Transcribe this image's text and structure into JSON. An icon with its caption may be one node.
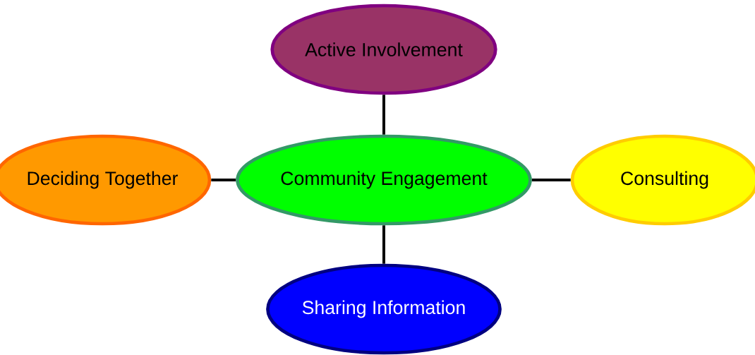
{
  "diagram": {
    "nodes": [
      {
        "text": [
          "Active Involvement"
        ]
      },
      {
        "text": [
          "Deciding Together"
        ]
      },
      {
        "text": [
          "Community Engagement"
        ]
      },
      {
        "text": [
          "Consulting"
        ]
      },
      {
        "text": [
          "Sharing Information"
        ]
      }
    ],
    "edges": [
      {
        "from": 2,
        "to": 0,
        "arrow": "none"
      },
      {
        "from": 2,
        "to": 1,
        "arrow": "none"
      },
      {
        "from": 2,
        "to": 3,
        "arrow": "none"
      },
      {
        "from": 2,
        "to": 4,
        "arrow": "none"
      }
    ]
  }
}
